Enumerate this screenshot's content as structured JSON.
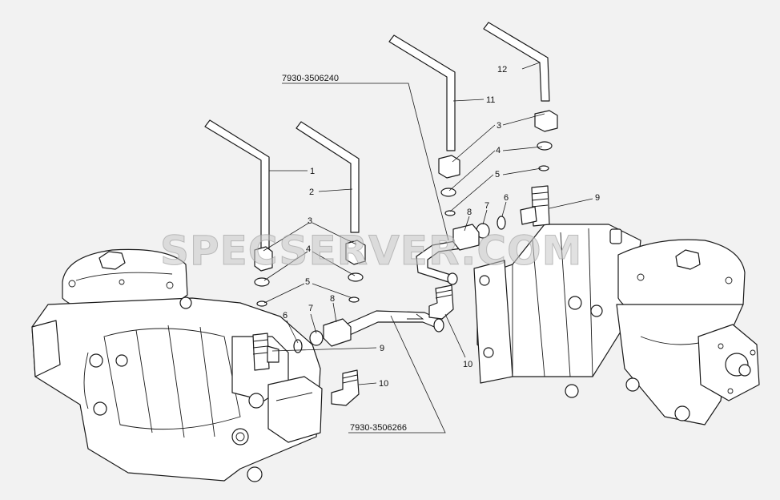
{
  "diagram": {
    "watermark": "SPECSERVER.COM",
    "assembly_refs": [
      "7930-3506240",
      "7930-3506266"
    ],
    "callouts": [
      "1",
      "2",
      "3",
      "4",
      "5",
      "6",
      "7",
      "8",
      "9",
      "10",
      "11",
      "12"
    ]
  }
}
